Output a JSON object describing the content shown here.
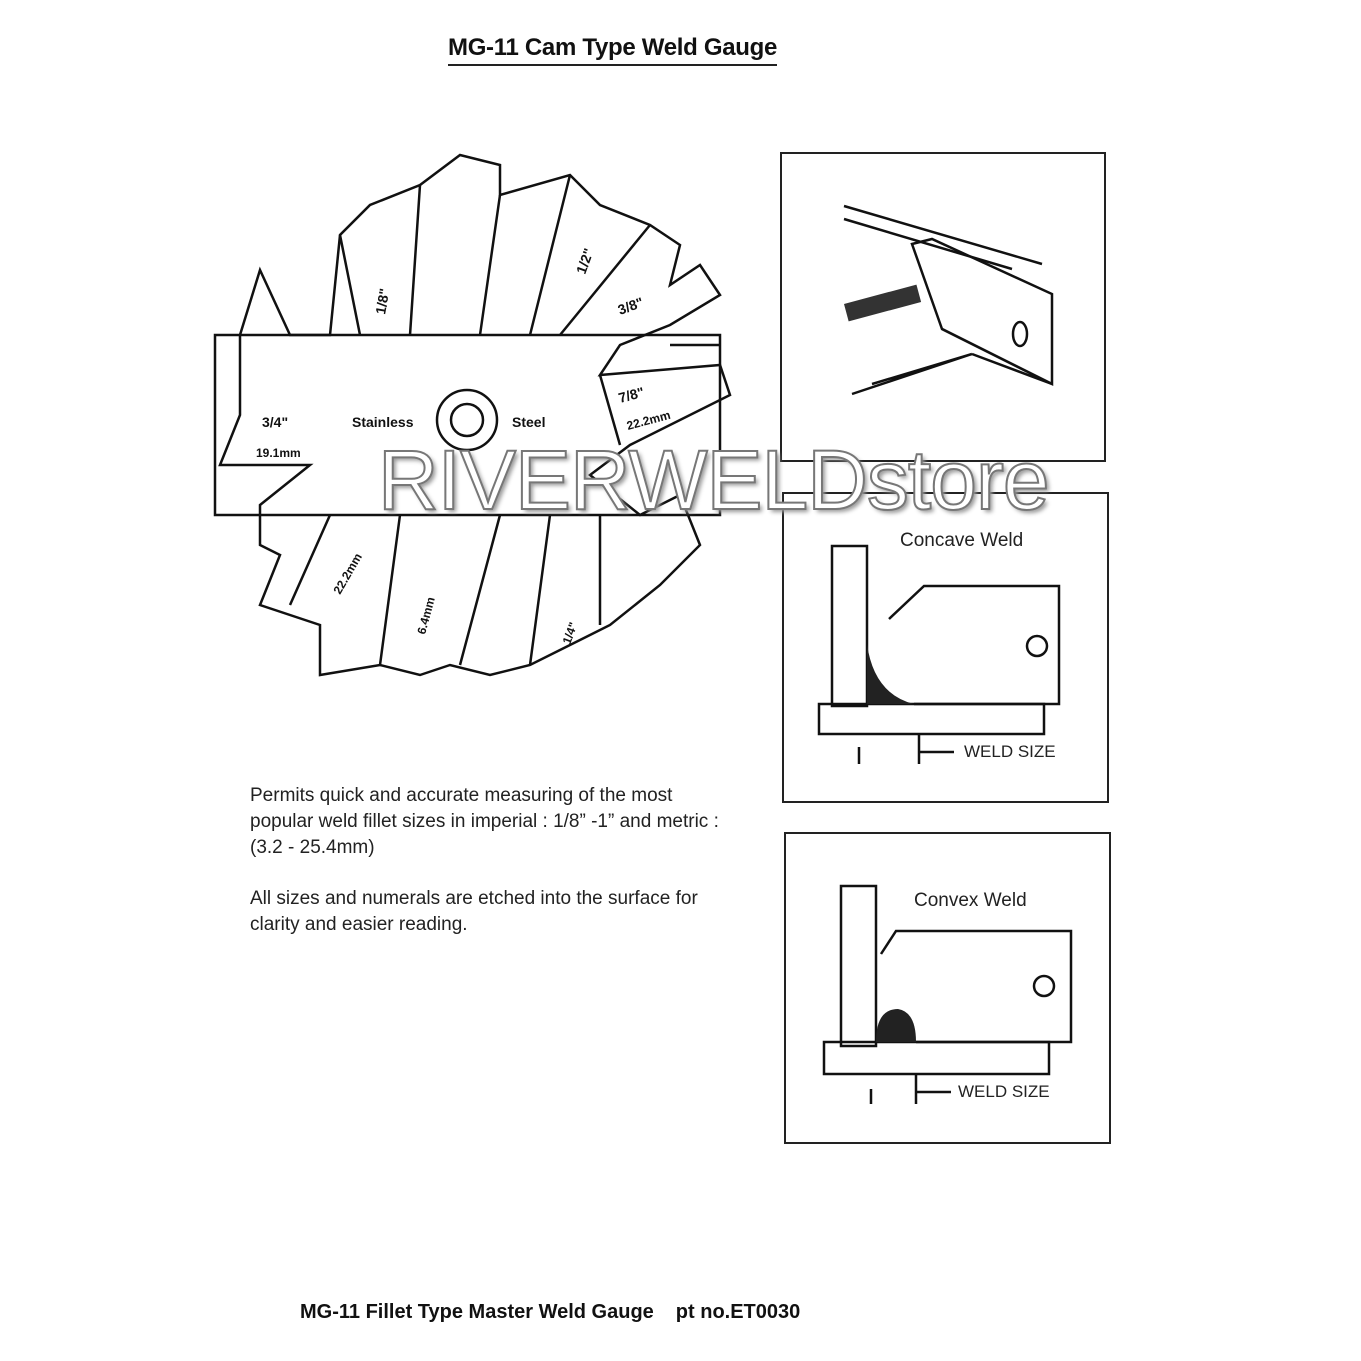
{
  "title": "MG-11 Cam Type Weld Gauge",
  "gauge": {
    "body_left_label": "Stainless",
    "body_right_label": "Steel",
    "size_labels": [
      "3/4\"",
      "19.1mm",
      "7/8\"",
      "22.2mm",
      "1/2\"",
      "3/8\"",
      "1/8\"",
      "22.2mm",
      "6.4mm",
      "1/4\""
    ]
  },
  "panels": [
    {
      "label": ""
    },
    {
      "label": "Concave Weld",
      "weld_size": "WELD SIZE"
    },
    {
      "label": "Convex Weld",
      "weld_size": "WELD SIZE"
    }
  ],
  "description": [
    "Permits quick and accurate measuring of the most popular weld fillet sizes in imperial : 1/8” -1” and metric : (3.2 - 25.4mm)",
    "All sizes and numerals are etched into the surface for clarity and easier reading."
  ],
  "watermark": "RIVERWELDstore",
  "footer": {
    "product": "MG-11 Fillet Type Master Weld Gauge",
    "part_no": "pt no.ET0030"
  }
}
